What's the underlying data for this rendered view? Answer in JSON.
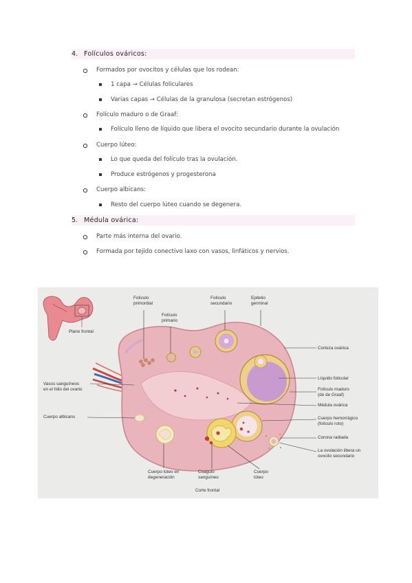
{
  "sections": [
    {
      "number": "4.",
      "title": "Folículos ováricos:",
      "items": [
        {
          "text": "Formados por ovocitos y células que los rodean:",
          "sub": [
            "1 capa → Células foliculares",
            "Varias capas → Células de la granulosa (secretan estrógenos)"
          ]
        },
        {
          "text": "Folículo maduro o de Graaf:",
          "sub": [
            "Folículo lleno de líquido que libera el ovocito secundario durante la ovulación"
          ]
        },
        {
          "text": "Cuerpo lúteo:",
          "sub": [
            "Lo que queda del folículo tras la ovulación.",
            "Produce estrógenos y progesterona"
          ]
        },
        {
          "text": "Cuerpo albicans:",
          "sub": [
            "Resto del cuerpo lúteo cuando se degenera."
          ]
        }
      ]
    },
    {
      "number": "5.",
      "title": "Médula ovárica:",
      "items": [
        {
          "text": "Parte más interna del ovario.",
          "sub": []
        },
        {
          "text": "Formada por tejido conectivo laxo con vasos, linfáticos y nervios.",
          "sub": []
        }
      ]
    }
  ],
  "figure": {
    "labels": {
      "plano_frontal": "Plano frontal",
      "foliculo_primordial": "Folículo\nprimordial",
      "foliculo_primario": "Folículo\nprimario",
      "foliculo_secundario": "Folículo\nsecundario",
      "epitelio_germinal": "Epitelio\ngerminal",
      "corteza_ovarica": "Corteza ovárica",
      "liquido_folicular": "Líquido folicular",
      "foliculo_maduro": "Folículo maduro\n(de de Graaf)",
      "medula_ovarica": "Médula ovárica",
      "vasos_sanguineos": "Vasos sanguíneos\nen el hilio del ovario",
      "cuerpo_albicans": "Cuerpo albicans",
      "cuerpo_hemorragico": "Cuerpo hemorrágico\n(folículo roto)",
      "corona_radiada": "Corona radiada",
      "ovulacion": "La ovulación libera un\novocito secundario",
      "cuerpo_luteo_degeneracion": "Cuerpo lúteo en\ndegeneración",
      "coagulo_sanguineo": "Coágulo\nsanguíneo",
      "cuerpo_luteo": "Cuerpo\nlúteo",
      "corte_frontal": "Corte frontal"
    }
  }
}
